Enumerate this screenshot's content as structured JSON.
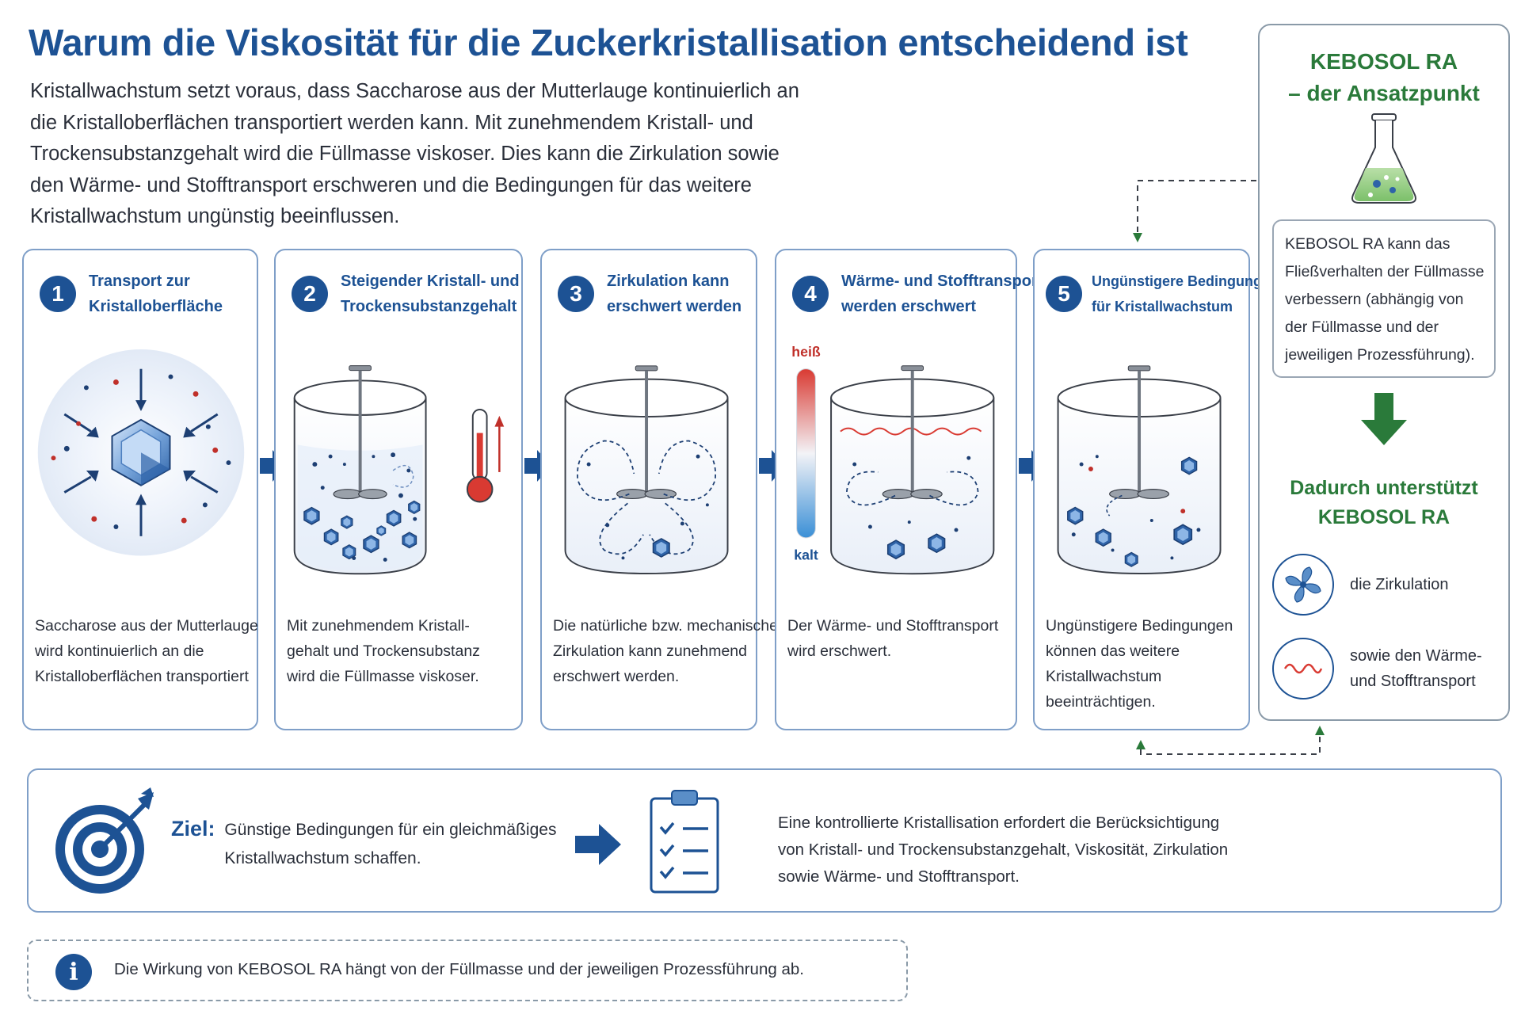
{
  "title": "Warum die Viskosität für die Zuckerkristallisation entscheidend ist",
  "intro": "Kristallwachstum setzt voraus, dass Saccharose aus der Mutterlauge kontinuierlich an die Kristalloberflächen transportiert werden kann. Mit zunehmendem Kristall- und Trockensubstanzgehalt wird die Füllmasse viskoser. Dies kann die Zirkulation sowie den Wärme- und Stofftransport erschweren und die Bedingungen für das weitere Kristallwachstum ungünstig beeinflussen.",
  "steps": [
    {
      "number": "1",
      "title_lines": [
        "Transport zur",
        "Kristalloberfläche"
      ],
      "desc_lines": [
        "Saccharose aus der Mutterlauge",
        "wird kontinuierlich an die",
        "Kristalloberflächen transportiert"
      ]
    },
    {
      "number": "2",
      "title_lines": [
        "Steigender Kristall- und",
        "Trockensubstanzgehalt"
      ],
      "desc_lines": [
        "Mit zunehmendem Kristall-",
        "gehalt und Trockensubstanz",
        "wird die Füllmasse viskoser."
      ]
    },
    {
      "number": "3",
      "title_lines": [
        "Zirkulation kann",
        "erschwert werden"
      ],
      "desc_lines": [
        "Die natürliche bzw. mechanische",
        "Zirkulation kann zunehmend",
        "erschwert werden."
      ]
    },
    {
      "number": "4",
      "title_lines": [
        "Wärme- und Stofftransport",
        "werden erschwert"
      ],
      "desc_lines": [
        "Der Wärme- und Stofftransport",
        "wird erschwert."
      ],
      "scale_hot": "heiß",
      "scale_cold": "kalt"
    },
    {
      "number": "5",
      "title_lines": [
        "Ungünstigere Bedingungen",
        "für Kristallwachstum"
      ],
      "desc_lines": [
        "Ungünstigere Bedingungen",
        "können das weitere",
        "Kristallwachstum",
        "beeinträchtigen."
      ]
    }
  ],
  "side": {
    "title_lines": [
      "KEBOSOL RA",
      "– der Ansatzpunkt"
    ],
    "box_lines": [
      "KEBOSOL RA kann das",
      "Fließverhalten der Füllmasse",
      "verbessern (abhängig von",
      "der Füllmasse und der",
      "jeweiligen Prozessführung)."
    ],
    "sub_lines": [
      "Dadurch unterstützt",
      "KEBOSOL RA"
    ],
    "items": [
      {
        "icon": "fan-icon",
        "lines": [
          "die Zirkulation"
        ]
      },
      {
        "icon": "wave-icon",
        "lines": [
          "sowie den Wärme-",
          "und Stofftransport"
        ]
      }
    ]
  },
  "goal": {
    "label": "Ziel:",
    "text": "Günstige Bedingungen für ein gleichmäßiges Kristallwachstum schaffen.",
    "desc_lines": [
      "Eine kontrollierte Kristallisation erfordert die Berücksichtigung",
      "von Kristall- und Trockensubstanzgehalt, Viskosität, Zirkulation",
      "sowie Wärme- und Stofftransport."
    ]
  },
  "note": {
    "icon": "i",
    "text": "Die Wirkung von KEBOSOL RA hängt von der Füllmasse und der jeweiligen Prozessführung ab."
  },
  "colors": {
    "primary": "#1d5294",
    "green": "#2a7a3a",
    "border": "#7f9fc8",
    "hot": "#d93a32",
    "cold": "#3a8fd6"
  }
}
